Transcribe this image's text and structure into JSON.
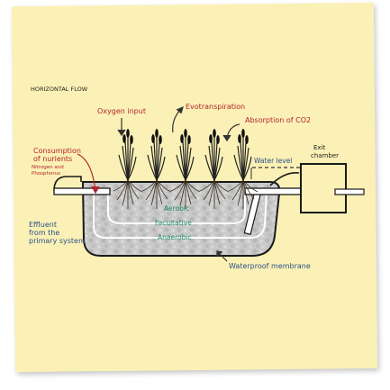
{
  "title": "HORIZONTAL FLOW",
  "labels": {
    "oxygen_input": "Oxygen input",
    "evotranspiration": "Evotranspiration",
    "absorption_co2": "Absorption of CO2",
    "consumption_line1": "Consumption",
    "consumption_line2": "of nurients",
    "nitrogen": "Nitrogen and",
    "phosphorus": "Phosphorus",
    "water_level": "Water level",
    "exit_line1": "Exit",
    "exit_line2": "chamber",
    "effluent_line1": "Effluent",
    "effluent_line2": "from the",
    "effluent_line3": "primary system",
    "aerobic": "Aerobic",
    "facultative": "Facultative",
    "anaerobic": "Anaerobic",
    "membrane": "Waterproof membrane"
  },
  "colors": {
    "note": "#fbf1b6",
    "red_text": "#b3222b",
    "teal_text": "#1e8a6e",
    "blue_text": "#2a4f86",
    "gravel": "#c8c8c8",
    "line": "#1a1a1a"
  },
  "plant_count": 5
}
